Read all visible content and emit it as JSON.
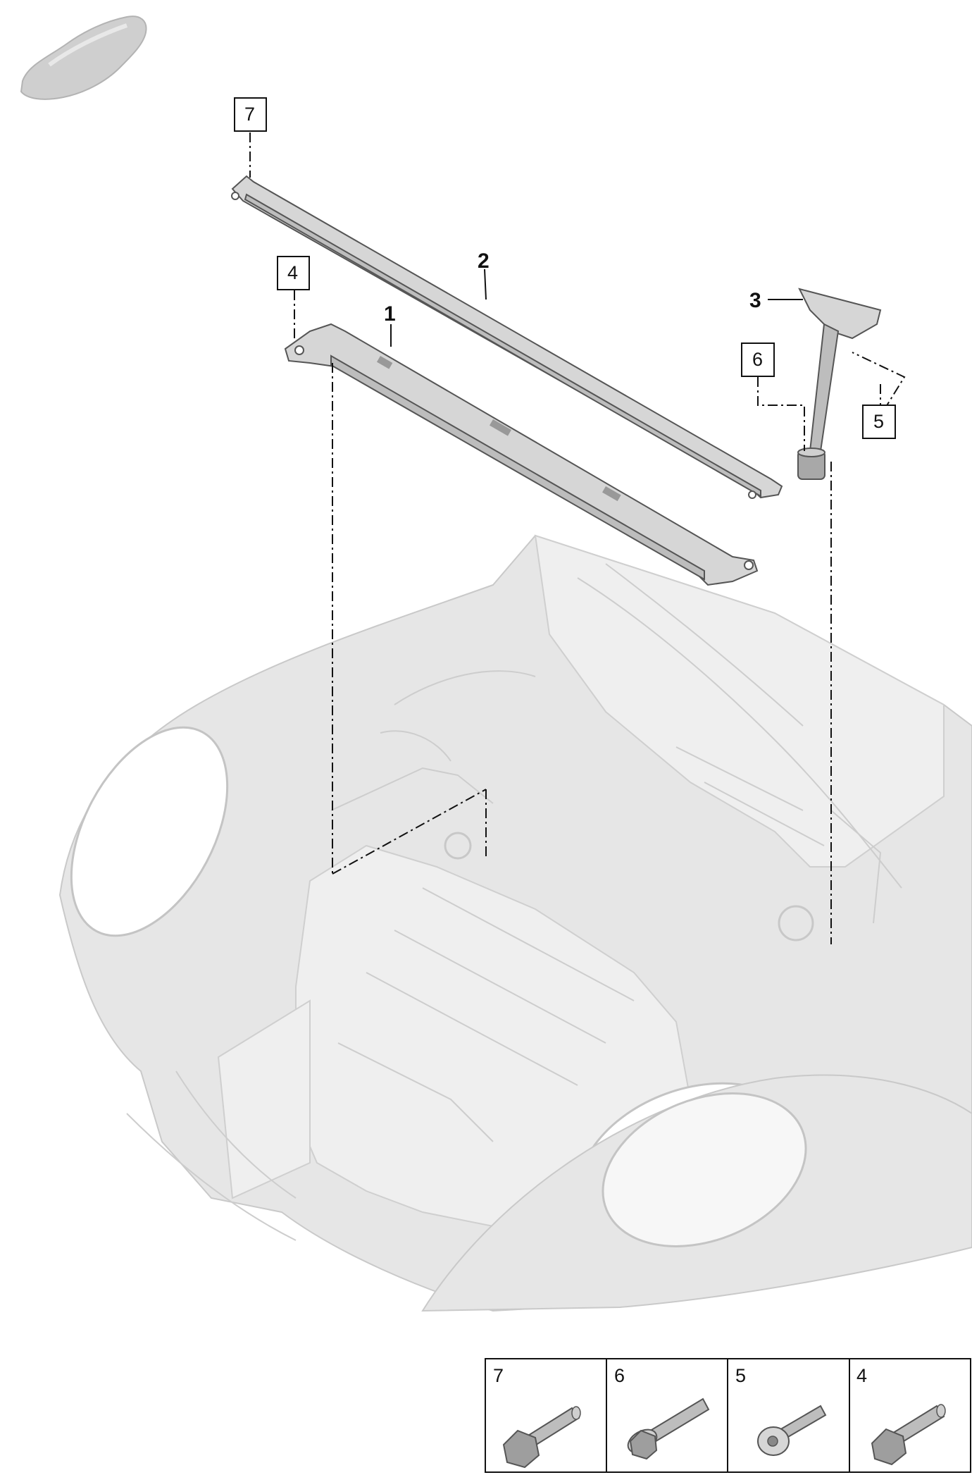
{
  "callouts": {
    "c1": "1",
    "c2": "2",
    "c3": "3",
    "c4": "4",
    "c5": "5",
    "c6": "6",
    "c7": "7"
  },
  "legend": {
    "items": [
      {
        "label": "7",
        "icon": "hex-flange-bolt-icon"
      },
      {
        "label": "6",
        "icon": "hex-flange-bolt-long-icon"
      },
      {
        "label": "5",
        "icon": "torx-pan-head-bolt-icon"
      },
      {
        "label": "4",
        "icon": "hex-flange-bolt-short-icon"
      }
    ]
  },
  "colors": {
    "body": "#e6e6e6",
    "part": "#bdbdbd",
    "line": "#111111"
  }
}
